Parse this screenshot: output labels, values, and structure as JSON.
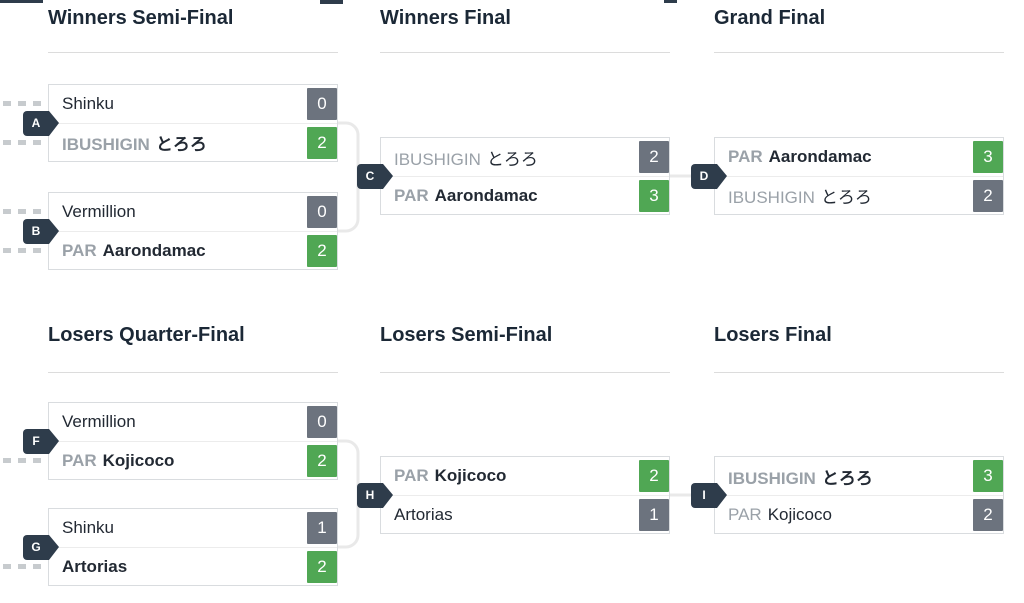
{
  "colors": {
    "win_score_bg": "#50a754",
    "loss_score_bg": "#6c737e",
    "match_label_bg": "#2e3c4b",
    "header_text": "#1b2836",
    "player_text": "#222933",
    "team_prefix_text": "#9aa1a8",
    "connector_line": "#e9e9e9"
  },
  "rounds": [
    {
      "title": "Winners Semi-Final",
      "matches": [
        {
          "label": "A",
          "players": [
            {
              "prefix": "",
              "name": "Shinku",
              "score": "0",
              "result": "loss"
            },
            {
              "prefix": "IBUSHIGIN",
              "name": "とろろ",
              "score": "2",
              "result": "win"
            }
          ]
        },
        {
          "label": "B",
          "players": [
            {
              "prefix": "",
              "name": "Vermillion",
              "score": "0",
              "result": "loss"
            },
            {
              "prefix": "PAR",
              "name": "Aarondamac",
              "score": "2",
              "result": "win"
            }
          ]
        }
      ]
    },
    {
      "title": "Winners Final",
      "matches": [
        {
          "label": "C",
          "players": [
            {
              "prefix": "IBUSHIGIN",
              "name": "とろろ",
              "score": "2",
              "result": "loss"
            },
            {
              "prefix": "PAR",
              "name": "Aarondamac",
              "score": "3",
              "result": "win"
            }
          ]
        }
      ]
    },
    {
      "title": "Grand Final",
      "matches": [
        {
          "label": "D",
          "players": [
            {
              "prefix": "PAR",
              "name": "Aarondamac",
              "score": "3",
              "result": "win"
            },
            {
              "prefix": "IBUSHIGIN",
              "name": "とろろ",
              "score": "2",
              "result": "loss"
            }
          ]
        }
      ]
    },
    {
      "title": "Losers Quarter-Final",
      "matches": [
        {
          "label": "F",
          "players": [
            {
              "prefix": "",
              "name": "Vermillion",
              "score": "0",
              "result": "loss"
            },
            {
              "prefix": "PAR",
              "name": "Kojicoco",
              "score": "2",
              "result": "win"
            }
          ]
        },
        {
          "label": "G",
          "players": [
            {
              "prefix": "",
              "name": "Shinku",
              "score": "1",
              "result": "loss"
            },
            {
              "prefix": "",
              "name": "Artorias",
              "score": "2",
              "result": "win"
            }
          ]
        }
      ]
    },
    {
      "title": "Losers Semi-Final",
      "matches": [
        {
          "label": "H",
          "players": [
            {
              "prefix": "PAR",
              "name": "Kojicoco",
              "score": "2",
              "result": "win"
            },
            {
              "prefix": "",
              "name": "Artorias",
              "score": "1",
              "result": "loss"
            }
          ]
        }
      ]
    },
    {
      "title": "Losers Final",
      "matches": [
        {
          "label": "I",
          "players": [
            {
              "prefix": "IBUSHIGIN",
              "name": "とろろ",
              "score": "3",
              "result": "win"
            },
            {
              "prefix": "PAR",
              "name": "Kojicoco",
              "score": "2",
              "result": "loss"
            }
          ]
        }
      ]
    }
  ]
}
